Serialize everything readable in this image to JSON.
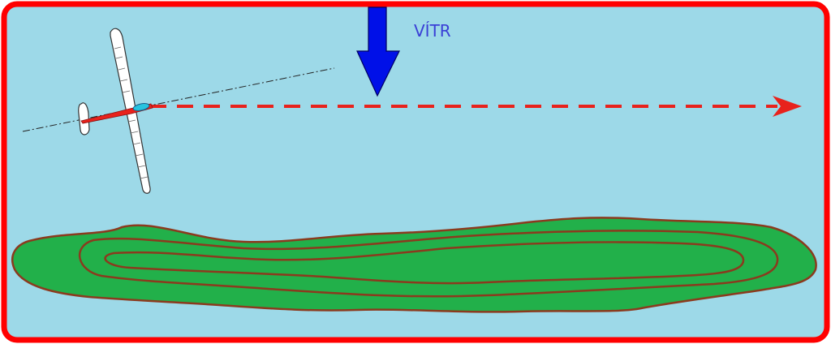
{
  "wind": {
    "label": "VÍTR",
    "label_color": "#3a3fd6",
    "arrow_color": "#0010e8",
    "icon": "down-arrow-icon"
  },
  "colors": {
    "sky": "#9dd9e8",
    "frame": "#ff0000",
    "ground": "#22b04a",
    "contour": "#8b3a1e",
    "flight_path": "#e8221c",
    "glider_body": "#ffffff",
    "glider_fuselage": "#e8221c",
    "canopy": "#27c3df"
  },
  "elements": {
    "glider": "glider-icon",
    "flight_path": "dashed-arrow-right",
    "ridge": "hill-with-contours"
  }
}
